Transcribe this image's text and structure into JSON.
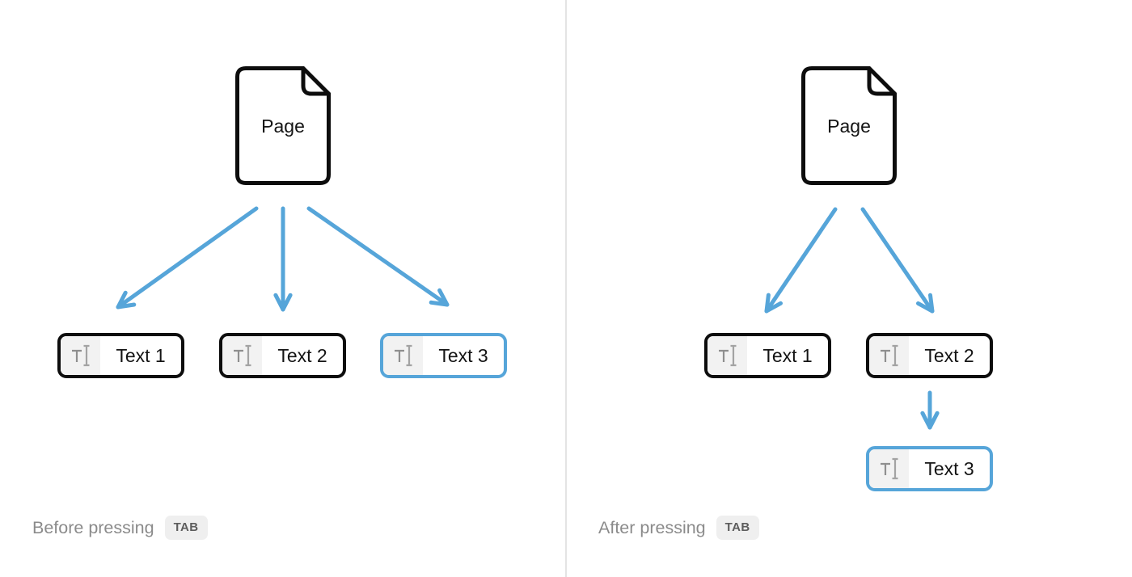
{
  "colors": {
    "ink": "#0d0d0d",
    "text": "#141414",
    "arrow": "#56a5d9",
    "active": "#56a5d9",
    "icon_bg": "#f2f2f2",
    "icon_fg": "#8f8f8f",
    "icon_fg2": "#a3a3a3",
    "caption": "#8b8b8b",
    "badge_bg": "#efefef",
    "badge_fg": "#5d5d5d",
    "divider": "#e4e4e4"
  },
  "icons": {
    "page": "document-with-folded-corner-icon",
    "block": "text-cursor-icon",
    "connector": "arrow-down-icon"
  },
  "panels": [
    {
      "id": "before",
      "page_label": "Page",
      "blocks": [
        {
          "label": "Text 1",
          "active": false
        },
        {
          "label": "Text 2",
          "active": false
        },
        {
          "label": "Text 3",
          "active": true
        }
      ],
      "edges": [
        {
          "from": "Page",
          "to": "Text 1"
        },
        {
          "from": "Page",
          "to": "Text 2"
        },
        {
          "from": "Page",
          "to": "Text 3"
        }
      ],
      "caption": "Before pressing",
      "key": "TAB"
    },
    {
      "id": "after",
      "page_label": "Page",
      "blocks": [
        {
          "label": "Text 1",
          "active": false
        },
        {
          "label": "Text 2",
          "active": false
        },
        {
          "label": "Text 3",
          "active": true
        }
      ],
      "edges": [
        {
          "from": "Page",
          "to": "Text 1"
        },
        {
          "from": "Page",
          "to": "Text 2"
        },
        {
          "from": "Text 2",
          "to": "Text 3"
        }
      ],
      "caption": "After pressing",
      "key": "TAB"
    }
  ]
}
